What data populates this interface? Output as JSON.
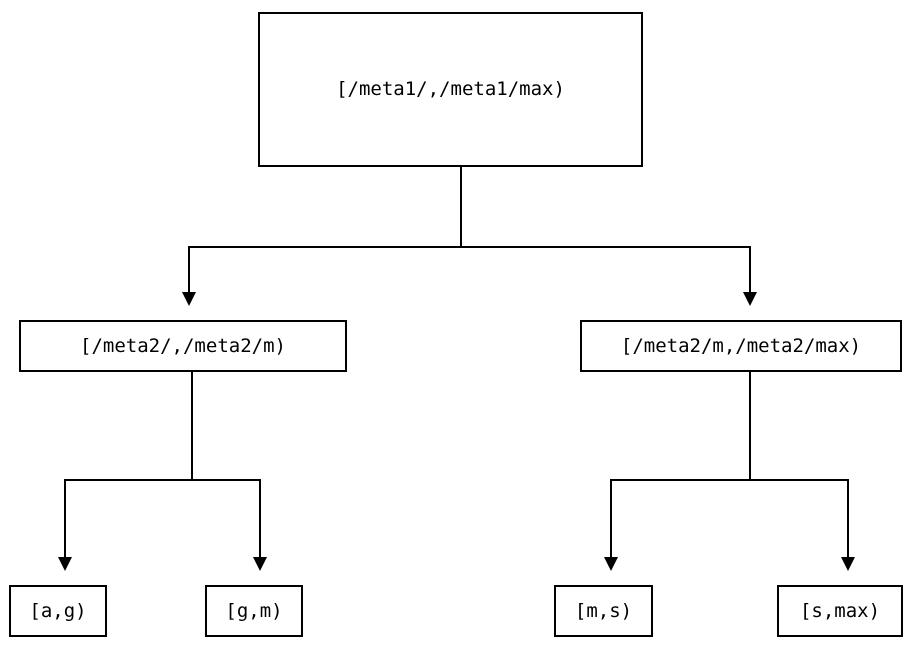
{
  "diagram": {
    "type": "tree",
    "orientation": "top-down",
    "background_color": "#ffffff",
    "line_color": "#000000",
    "text_color": "#000000",
    "nodes": {
      "root": {
        "label": "[/meta1/,/meta1/max)",
        "level": 0
      },
      "mid_left": {
        "label": "[/meta2/,/meta2/m)",
        "level": 1
      },
      "mid_right": {
        "label": "[/meta2/m,/meta2/max)",
        "level": 1
      },
      "leaf_a_g": {
        "label": "[a,g)",
        "level": 2
      },
      "leaf_g_m": {
        "label": "[g,m)",
        "level": 2
      },
      "leaf_m_s": {
        "label": "[m,s)",
        "level": 2
      },
      "leaf_s_max": {
        "label": "[s,max)",
        "level": 2
      }
    }
  }
}
